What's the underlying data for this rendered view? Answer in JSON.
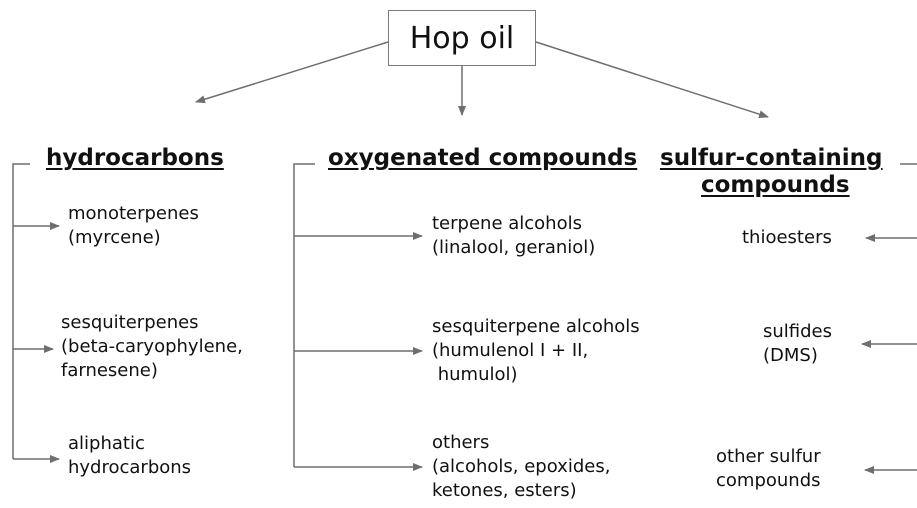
{
  "root": {
    "label": "Hop oil"
  },
  "categories": {
    "hydrocarbons": {
      "title": "hydrocarbons",
      "items": [
        "monoterpenes\n(myrcene)",
        "sesquiterpenes\n(beta-caryophylene,\nfarnesene)",
        "aliphatic\nhydrocarbons"
      ]
    },
    "oxygenated": {
      "title": "oxygenated compounds",
      "items": [
        "terpene alcohols\n(linalool, geraniol)",
        "sesquiterpene alcohols\n(humulenol I + II,\n humulol)",
        "others\n(alcohols, epoxides,\nketones, esters)"
      ]
    },
    "sulfur": {
      "title_line1": "sulfur-containing",
      "title_line2": "compounds",
      "items": [
        "thioesters",
        "sulfides\n(DMS)",
        "other sulfur\ncompounds"
      ]
    }
  },
  "colors": {
    "line": "#6e6e6e",
    "text": "#111111",
    "box_border": "#7a7a7a"
  }
}
